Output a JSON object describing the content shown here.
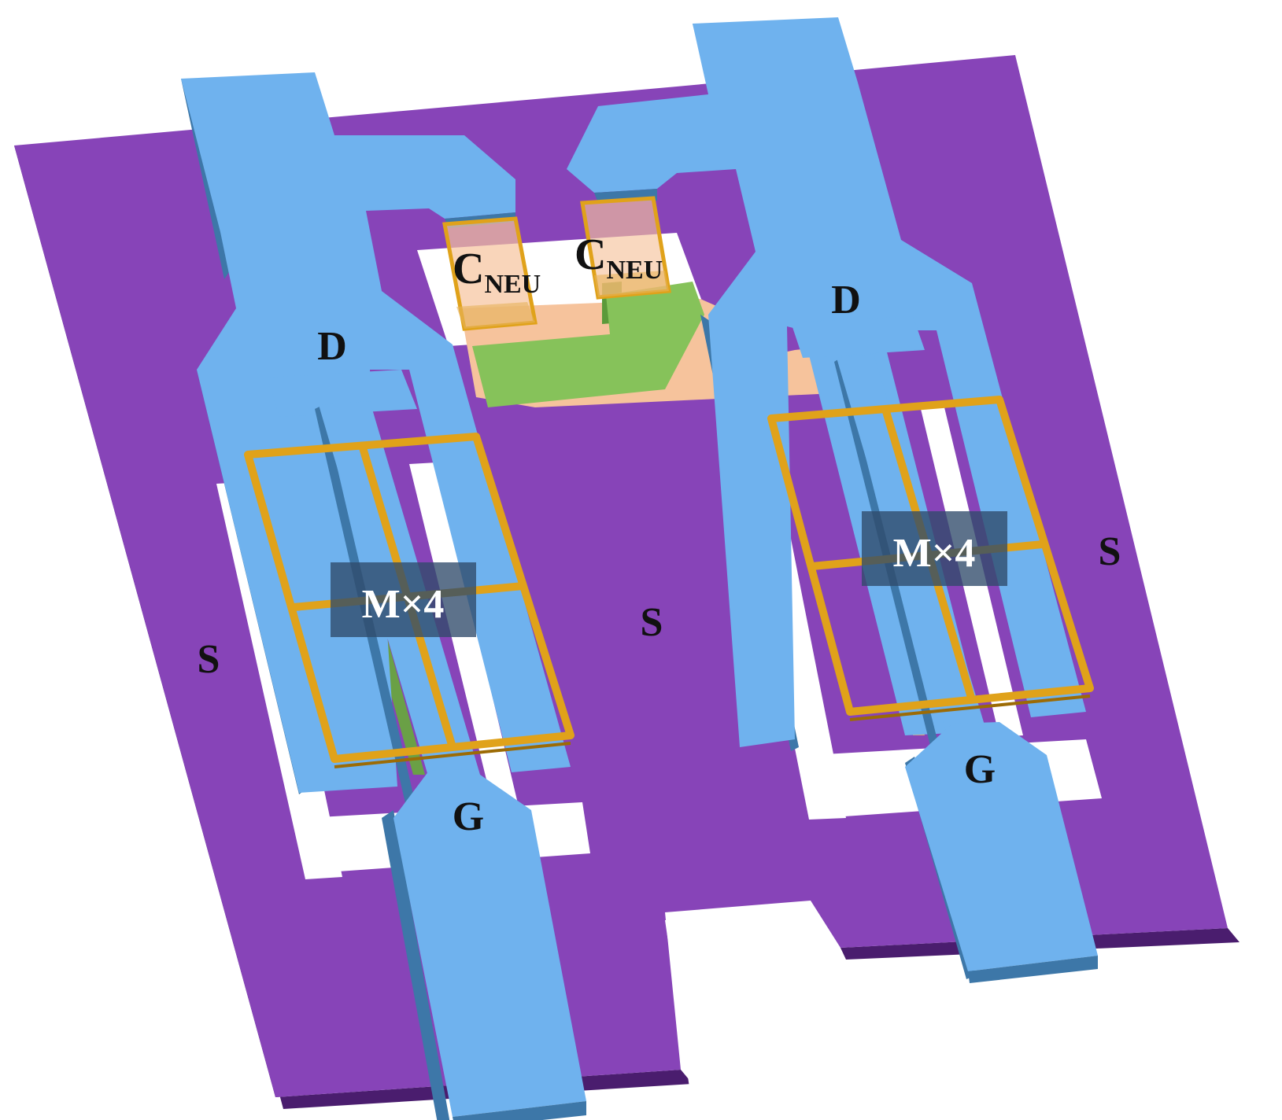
{
  "labels": {
    "source_left": "S",
    "source_center": "S",
    "source_right": "S",
    "drain_left": "D",
    "drain_right": "D",
    "gate_left": "G",
    "gate_right": "G",
    "multiplier_left": "M×4",
    "multiplier_right": "M×4",
    "cap_left_main": "C",
    "cap_left_sub": "NEU",
    "cap_right_main": "C",
    "cap_right_sub": "NEU"
  },
  "colors": {
    "substrate": "#8744b8",
    "substrate_side": "#4a1d6e",
    "metal": "#6fb2ee",
    "metal_side": "#3d77a8",
    "green_layer": "#86c25a",
    "green_side": "#5c9a3a",
    "peach_layer": "#f6c39c",
    "frame": "#e0a21a",
    "frame_side": "#9c6b05",
    "label_box": "#2f4a6a"
  }
}
